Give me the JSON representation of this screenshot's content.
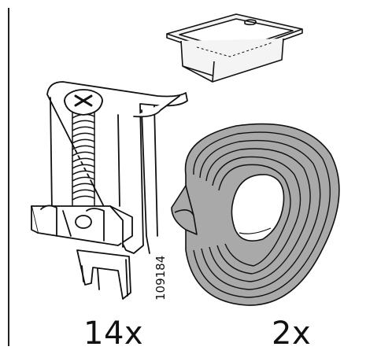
{
  "parts": {
    "clip_quantity": "14x",
    "strip_quantity": "2x",
    "article_number": "109184"
  },
  "illustrations": {
    "tray": "sink-tray-icon",
    "clip": "mounting-clip-with-screw-icon",
    "strip": "sealing-strip-roll-icon"
  },
  "colors": {
    "line": "#111111",
    "strip_fill": "#a9a9a9",
    "tray_fill": "#f2f2f2"
  }
}
